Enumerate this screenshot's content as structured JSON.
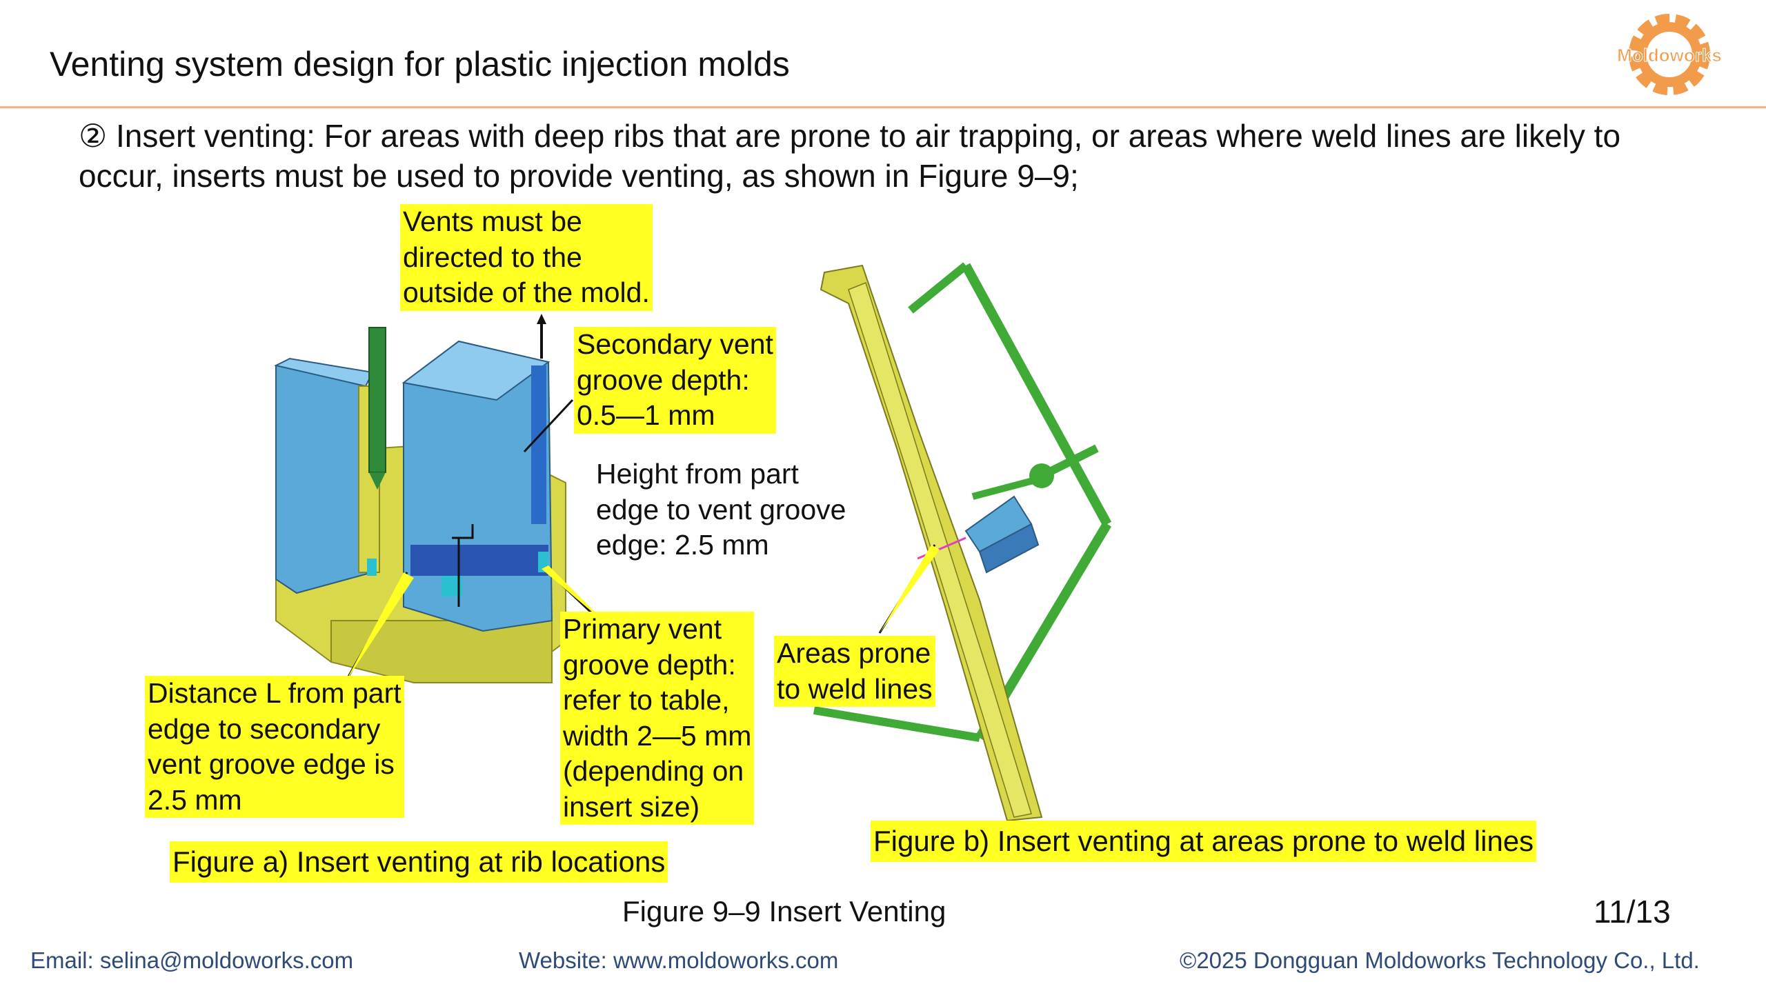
{
  "header": {
    "title": "Venting system design for plastic injection molds",
    "logo_text": "Moldoworks"
  },
  "intro": "② Insert venting: For areas with deep ribs that are prone to air trapping, or areas where weld lines are likely to occur, inserts must be used to provide venting, as shown in Figure 9–9;",
  "figure_a": {
    "label_vents": [
      "Vents must be",
      "directed to the",
      "outside of the mold."
    ],
    "label_secondary": [
      "Secondary vent",
      "groove depth:",
      "0.5—1 mm"
    ],
    "label_height": [
      "Height from part",
      "edge to vent groove",
      "edge: 2.5 mm"
    ],
    "label_primary": [
      "Primary vent",
      "groove depth:",
      "refer to table,",
      "width 2—5 mm",
      "(depending on",
      "insert size)"
    ],
    "label_distance": [
      "Distance L from part",
      "edge to secondary",
      "vent groove edge is",
      "2.5 mm"
    ],
    "caption": "Figure a) Insert venting at rib locations"
  },
  "figure_b": {
    "label_weld": [
      "Areas prone",
      "to weld lines"
    ],
    "caption": "Figure b) Insert venting at areas prone to weld lines"
  },
  "figure_caption": "Figure 9–9 Insert Venting",
  "page_number": "11/13",
  "footer": {
    "email": "Email: selina@moldoworks.com",
    "website": "Website: www.moldoworks.com",
    "copyright": "©2025 Dongguan Moldoworks Technology Co., Ltd."
  },
  "colors": {
    "highlight": "#ffff22",
    "accent": "#f29b4b",
    "footer_text": "#2f4a78",
    "part_yellow": "#d8d84a",
    "insert_blue": "#5aa9d8",
    "runner_green": "#3faa35"
  }
}
